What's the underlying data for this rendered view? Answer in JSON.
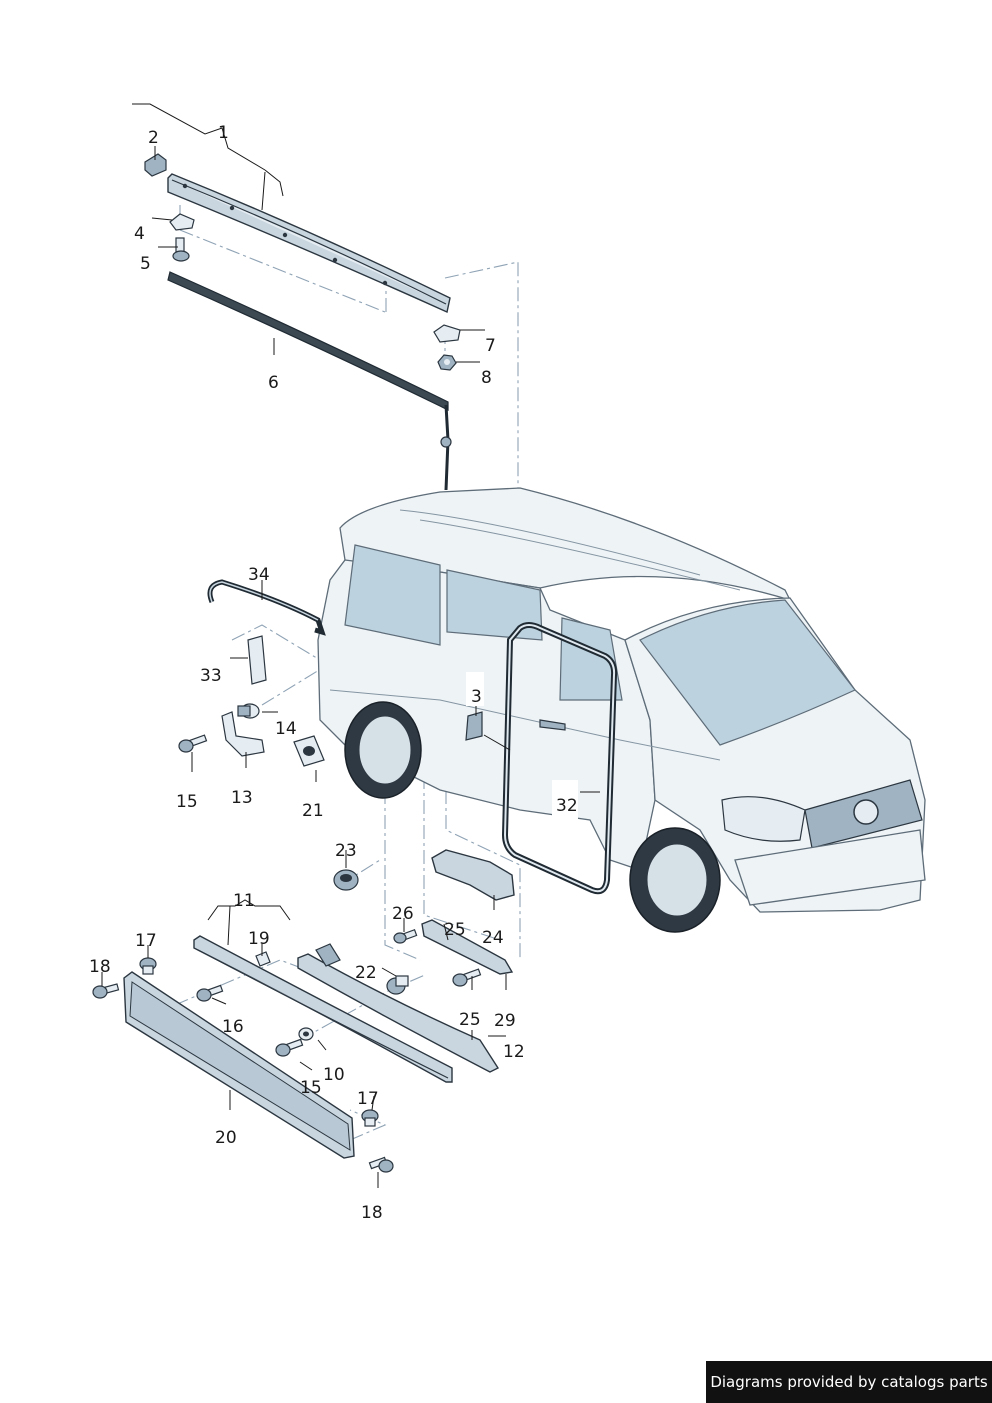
{
  "callouts": [
    {
      "id": "c1",
      "text": "1"
    },
    {
      "id": "c2",
      "text": "2"
    },
    {
      "id": "c4",
      "text": "4"
    },
    {
      "id": "c5",
      "text": "5"
    },
    {
      "id": "c6",
      "text": "6"
    },
    {
      "id": "c7",
      "text": "7"
    },
    {
      "id": "c8",
      "text": "8"
    },
    {
      "id": "c34",
      "text": "34"
    },
    {
      "id": "c33",
      "text": "33"
    },
    {
      "id": "c14",
      "text": "14"
    },
    {
      "id": "c3",
      "text": "3"
    },
    {
      "id": "c15a",
      "text": "15"
    },
    {
      "id": "c13",
      "text": "13"
    },
    {
      "id": "c21",
      "text": "21"
    },
    {
      "id": "c32",
      "text": "32"
    },
    {
      "id": "c23",
      "text": "23"
    },
    {
      "id": "c11",
      "text": "11"
    },
    {
      "id": "c26",
      "text": "26"
    },
    {
      "id": "c25a",
      "text": "25"
    },
    {
      "id": "c24",
      "text": "24"
    },
    {
      "id": "c17a",
      "text": "17"
    },
    {
      "id": "c19",
      "text": "19"
    },
    {
      "id": "c18a",
      "text": "18"
    },
    {
      "id": "c22",
      "text": "22"
    },
    {
      "id": "c16",
      "text": "16"
    },
    {
      "id": "c25b",
      "text": "25"
    },
    {
      "id": "c29",
      "text": "29"
    },
    {
      "id": "c12",
      "text": "12"
    },
    {
      "id": "c10",
      "text": "10"
    },
    {
      "id": "c15b",
      "text": "15"
    },
    {
      "id": "c17b",
      "text": "17"
    },
    {
      "id": "c20",
      "text": "20"
    },
    {
      "id": "c18b",
      "text": "18"
    }
  ],
  "credit": "Diagrams provided by catalogs parts"
}
